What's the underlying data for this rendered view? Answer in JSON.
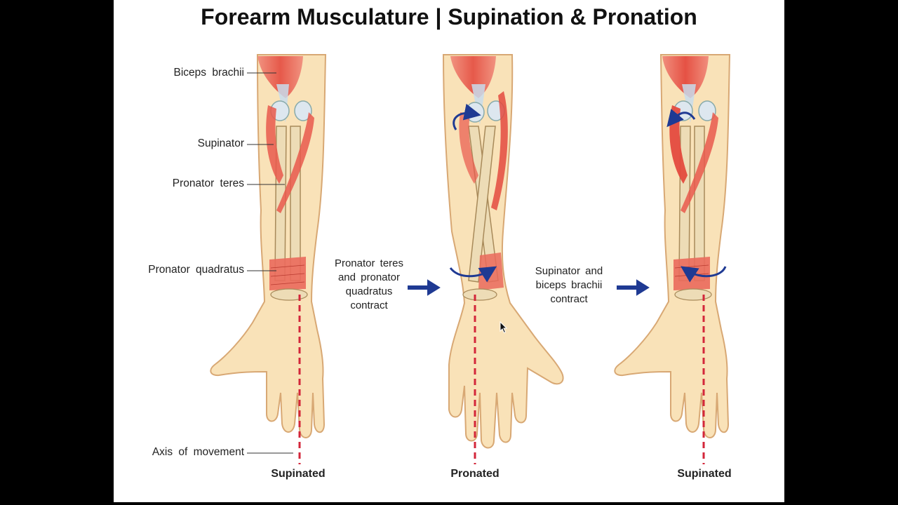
{
  "slide": {
    "title": "Forearm Musculature | Supination & Pronation"
  },
  "labels": {
    "biceps": "Biceps brachii",
    "supinator": "Supinator",
    "pronator_teres": "Pronator teres",
    "pronator_quadratus": "Pronator quadratus",
    "axis": "Axis of movement"
  },
  "captions": {
    "pronation_line1": "Pronator teres",
    "pronation_line2": "and pronator",
    "pronation_line3": "quadratus",
    "pronation_line4": "contract",
    "supination_line1": "Supinator and",
    "supination_line2": "biceps brachii",
    "supination_line3": "contract"
  },
  "positions": {
    "left": "Supinated",
    "middle": "Pronated",
    "right": "Supinated"
  },
  "colors": {
    "skin": "#f9e2b8",
    "skin_outline": "#d8a874",
    "muscle": "#e9594c",
    "bone": "#eddcb6",
    "arrow": "#1f3a93",
    "axis": "#d3263a"
  }
}
